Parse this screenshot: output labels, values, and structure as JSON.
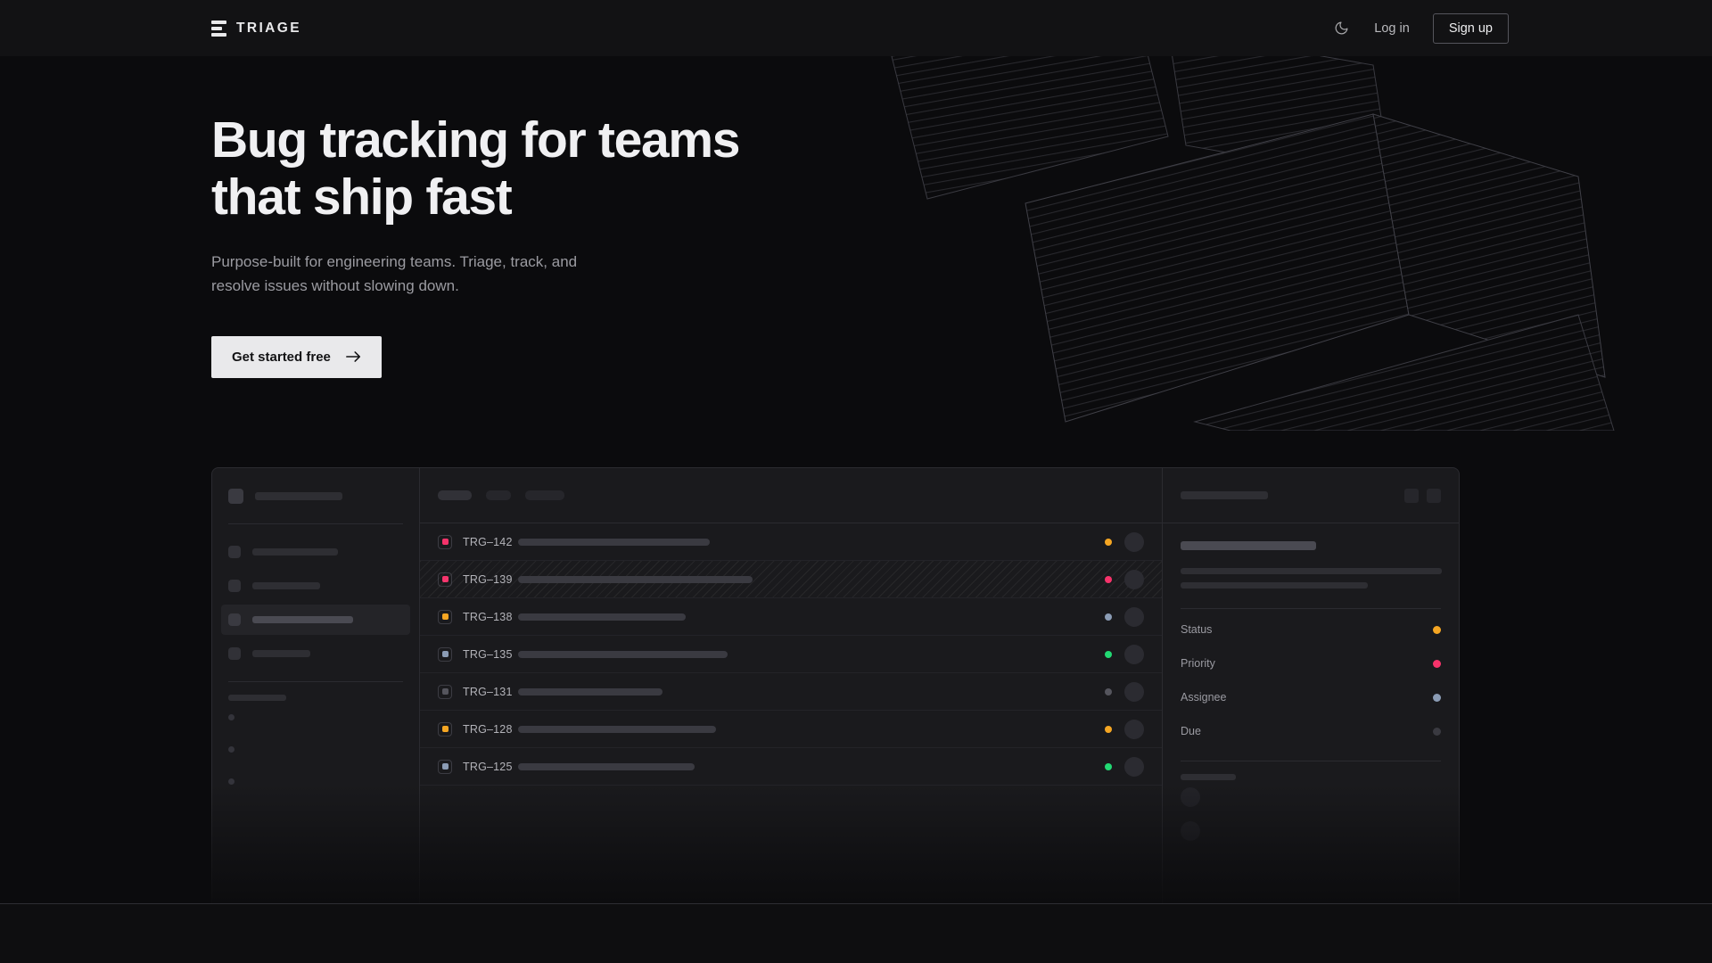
{
  "brand": {
    "name": "TRIAGE",
    "mark_icon": "stacked-bars-logo-icon"
  },
  "nav": {
    "theme_toggle_icon": "moon-icon",
    "login_label": "Log in",
    "signup_label": "Sign up"
  },
  "hero": {
    "headline": "Bug tracking for teams\nthat ship fast",
    "subheadline": "Purpose-built for engineering teams. Triage, track, and\nresolve issues without slowing down.",
    "cta_label": "Get started free",
    "cta_icon": "arrow-right-icon"
  },
  "colors": {
    "page_bg": "#0b0b0d",
    "nav_bg": "#121214",
    "panel_bg": "#1a1a1d",
    "border": "#2b2b30",
    "text_primary": "#f0f0f2",
    "text_muted": "#9b9ba1",
    "cta_bg": "#e9e9eb",
    "status_orange": "#f5a623",
    "status_pink": "#f6336b",
    "status_green": "#22d973",
    "status_blue": "#8b9cb5",
    "status_idle": "#3a3a41"
  },
  "mock": {
    "sidebar": {
      "workspace_name_width": 98,
      "items": [
        {
          "label_width": 96,
          "active": false
        },
        {
          "label_width": 76,
          "active": false
        },
        {
          "label_width": 113,
          "active": true
        },
        {
          "label_width": 65,
          "active": false
        }
      ],
      "section_label_width": 65,
      "sub_items": 3
    },
    "toolbar": {
      "pills": [
        {
          "width": 38,
          "active": true
        },
        {
          "width": 28,
          "active": false
        },
        {
          "width": 44,
          "active": false
        }
      ]
    },
    "list": {
      "rows": [
        {
          "id": "TRG–142",
          "badge_color": "#f6336b",
          "title_width": 215,
          "status_color": "#f5a623",
          "selected": false
        },
        {
          "id": "TRG–139",
          "badge_color": "#f6336b",
          "title_width": 263,
          "status_color": "#f6336b",
          "selected": true
        },
        {
          "id": "TRG–138",
          "badge_color": "#f5a623",
          "title_width": 188,
          "status_color": "#8b9cb5",
          "selected": false
        },
        {
          "id": "TRG–135",
          "badge_color": "#8b9cb5",
          "title_width": 235,
          "status_color": "#22d973",
          "selected": false
        },
        {
          "id": "TRG–131",
          "badge_color": "#55555d",
          "title_width": 162,
          "status_color": "#55555d",
          "selected": false
        },
        {
          "id": "TRG–128",
          "badge_color": "#f5a623",
          "title_width": 222,
          "status_color": "#f5a623",
          "selected": false
        },
        {
          "id": "TRG–125",
          "badge_color": "#8b9cb5",
          "title_width": 198,
          "status_color": "#22d973",
          "selected": false
        }
      ]
    },
    "detail": {
      "header_title_width": 98,
      "action_buttons": 2,
      "title_width": 152,
      "desc_line_widths": [
        293,
        210
      ],
      "fields": [
        {
          "label": "Status",
          "value_color": "#f5a623"
        },
        {
          "label": "Priority",
          "value_color": "#f6336b"
        },
        {
          "label": "Assignee",
          "value_color": "#8b9cb5"
        },
        {
          "label": "Due",
          "value_color": "#3a3a41"
        }
      ],
      "activity_label_width": 62,
      "activity_items": 2
    }
  }
}
